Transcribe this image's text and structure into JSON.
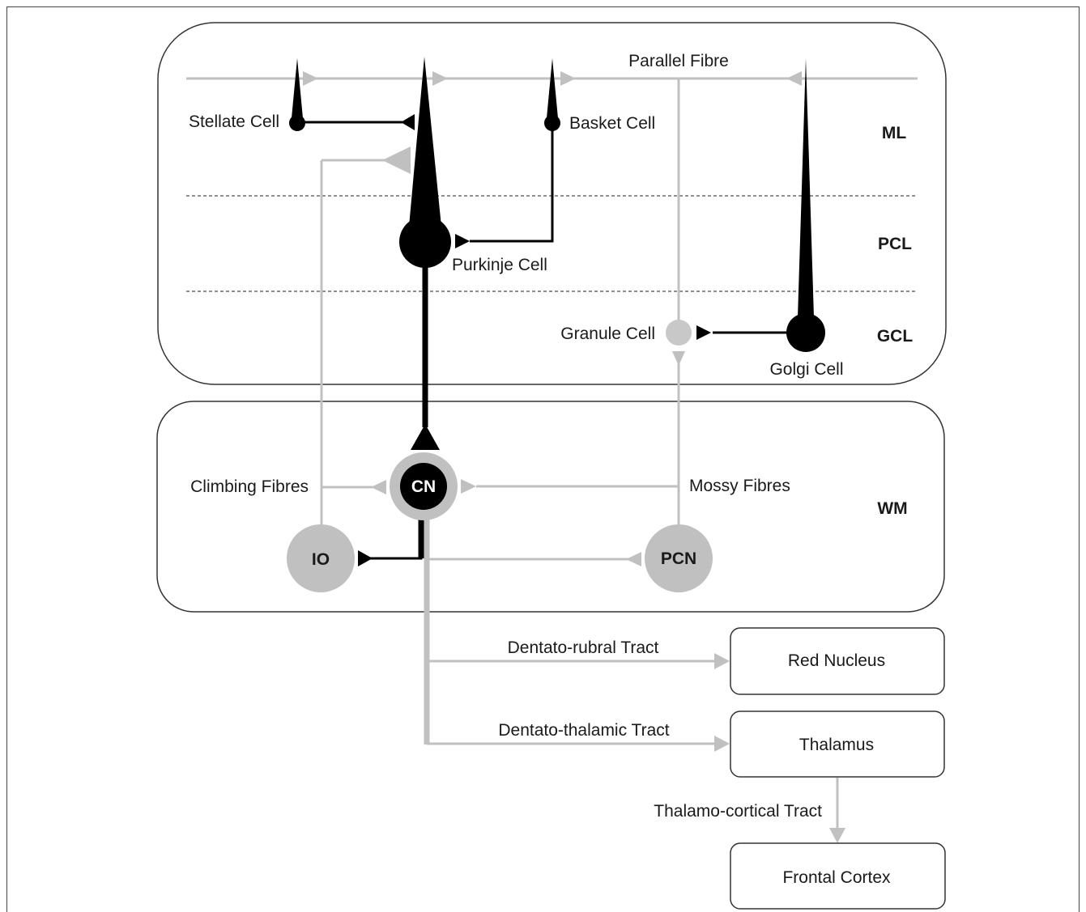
{
  "colors": {
    "excitatory": "#c0c0c0",
    "inhibitory": "#000000",
    "box_border": "#333333",
    "text": "#1a1a1a"
  },
  "cells": {
    "stellate": "Stellate Cell",
    "basket": "Basket Cell",
    "purkinje": "Purkinje Cell",
    "granule": "Granule Cell",
    "golgi": "Golgi Cell"
  },
  "fibres": {
    "parallel": "Parallel Fibre",
    "climbing": "Climbing Fibres",
    "mossy": "Mossy Fibres"
  },
  "layers": {
    "ml": "ML",
    "pcl": "PCL",
    "gcl": "GCL",
    "wm": "WM"
  },
  "nuclei": {
    "cn": "CN",
    "io": "IO",
    "pcn": "PCN"
  },
  "tracts": {
    "dentato_rubral": "Dentato-rubral Tract",
    "dentato_thalamic": "Dentato-thalamic Tract",
    "thalamo_cortical": "Thalamo-cortical Tract"
  },
  "targets": {
    "red_nucleus": "Red Nucleus",
    "thalamus": "Thalamus",
    "frontal_cortex": "Frontal Cortex"
  }
}
